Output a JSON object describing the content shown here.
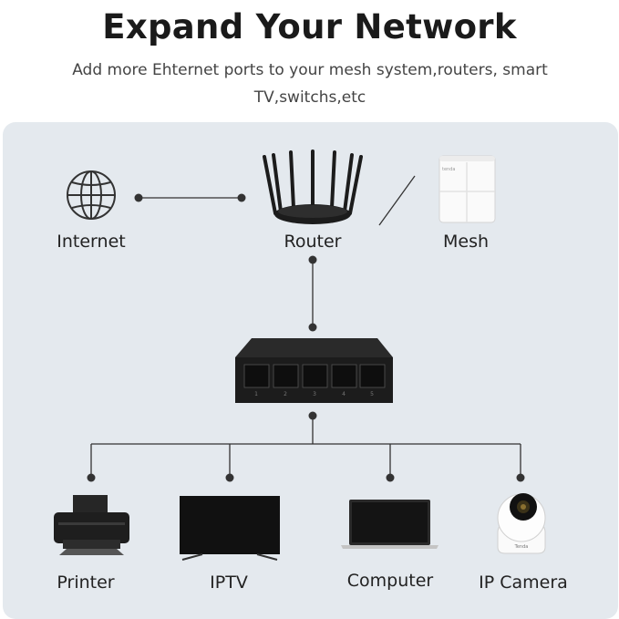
{
  "header": {
    "title": "Expand Your Network",
    "subtitle_line1": "Add more Ehternet ports to your mesh system,routers, smart",
    "subtitle_line2": "TV,switchs,etc"
  },
  "nodes": {
    "internet": "Internet",
    "router": "Router",
    "mesh": "Mesh",
    "printer": "Printer",
    "iptv": "IPTV",
    "computer": "Computer",
    "ip_camera": "IP Camera"
  },
  "device_text": {
    "mesh_brand": "tenda",
    "camera_brand": "Tenda",
    "switch_ports": [
      "1",
      "2",
      "3",
      "4",
      "5"
    ]
  },
  "colors": {
    "panel": "#e4e9ee",
    "connector": "#333333",
    "device_dark": "#1c1c1c"
  }
}
